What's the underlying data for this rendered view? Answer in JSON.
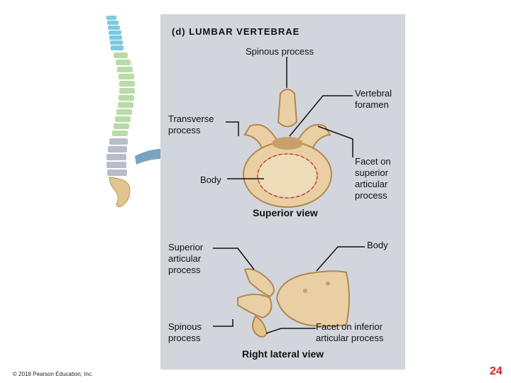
{
  "title": "(d) LUMBAR VERTEBRAE",
  "labels": {
    "spinous_top": "Spinous process",
    "vertebral_foramen": "Vertebral\nforamen",
    "transverse": "Transverse\nprocess",
    "facet_superior": "Facet on\nsuperior\narticular\nprocess",
    "body_top": "Body",
    "superior_view": "Superior view",
    "superior_articular": "Superior\narticular\nprocess",
    "body_lateral": "Body",
    "spinous_lateral": "Spinous\nprocess",
    "facet_inferior": "Facet on inferior\narticular process",
    "lateral_view": "Right lateral view"
  },
  "footer": {
    "copyright": "© 2018 Pearson Education, Inc.",
    "page_number": "24"
  },
  "colors": {
    "panel": "#d3d5dc",
    "bone": "#e9cfa3",
    "bone_dark": "#c9a872",
    "cervical": "#7ec9e0",
    "thoracic": "#b8dca8",
    "lumbar": "#b9bcc9",
    "sacrum": "#e2c48f",
    "arrow": "#7aa3bd",
    "page_number": "#d32020"
  }
}
